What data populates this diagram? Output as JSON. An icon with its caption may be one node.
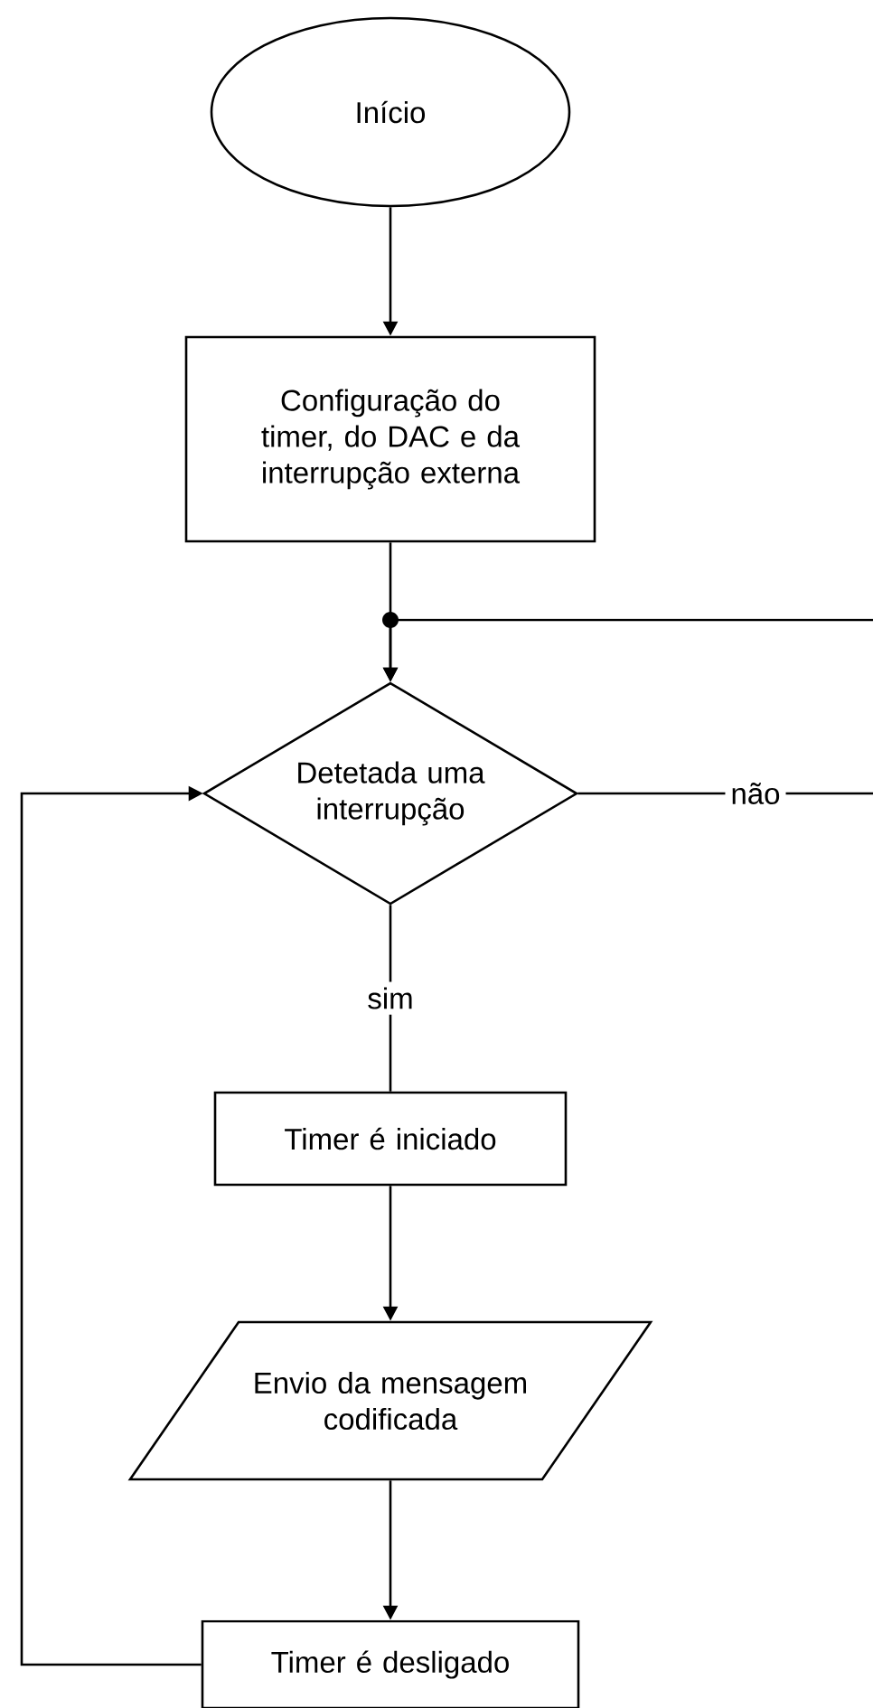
{
  "diagram": {
    "nodes": [
      {
        "text": [
          "Início"
        ]
      },
      {
        "text": [
          "Configuração do timer, do DAC e da interrupção externa"
        ]
      },
      {
        "text": [
          "Detetada uma interrupção"
        ]
      },
      {
        "text": [
          "Timer é iniciado"
        ]
      },
      {
        "text": [
          "Envio da mensagem codificada"
        ]
      },
      {
        "text": [
          "Timer é desligado"
        ]
      }
    ],
    "edges": [
      {
        "from": 0,
        "to": 1,
        "arrow": "to"
      },
      {
        "from": 1,
        "to": 2,
        "arrow": "to"
      },
      {
        "from": 2,
        "to": null,
        "arrow": "none",
        "label": "não"
      },
      {
        "from": null,
        "to": 2,
        "arrow": "to"
      },
      {
        "from": 2,
        "to": 3,
        "arrow": "none",
        "label": "sim"
      },
      {
        "from": 3,
        "to": 4,
        "arrow": "to"
      },
      {
        "from": 4,
        "to": 5,
        "arrow": "to"
      },
      {
        "from": 5,
        "to": 2,
        "arrow": "to"
      }
    ]
  }
}
